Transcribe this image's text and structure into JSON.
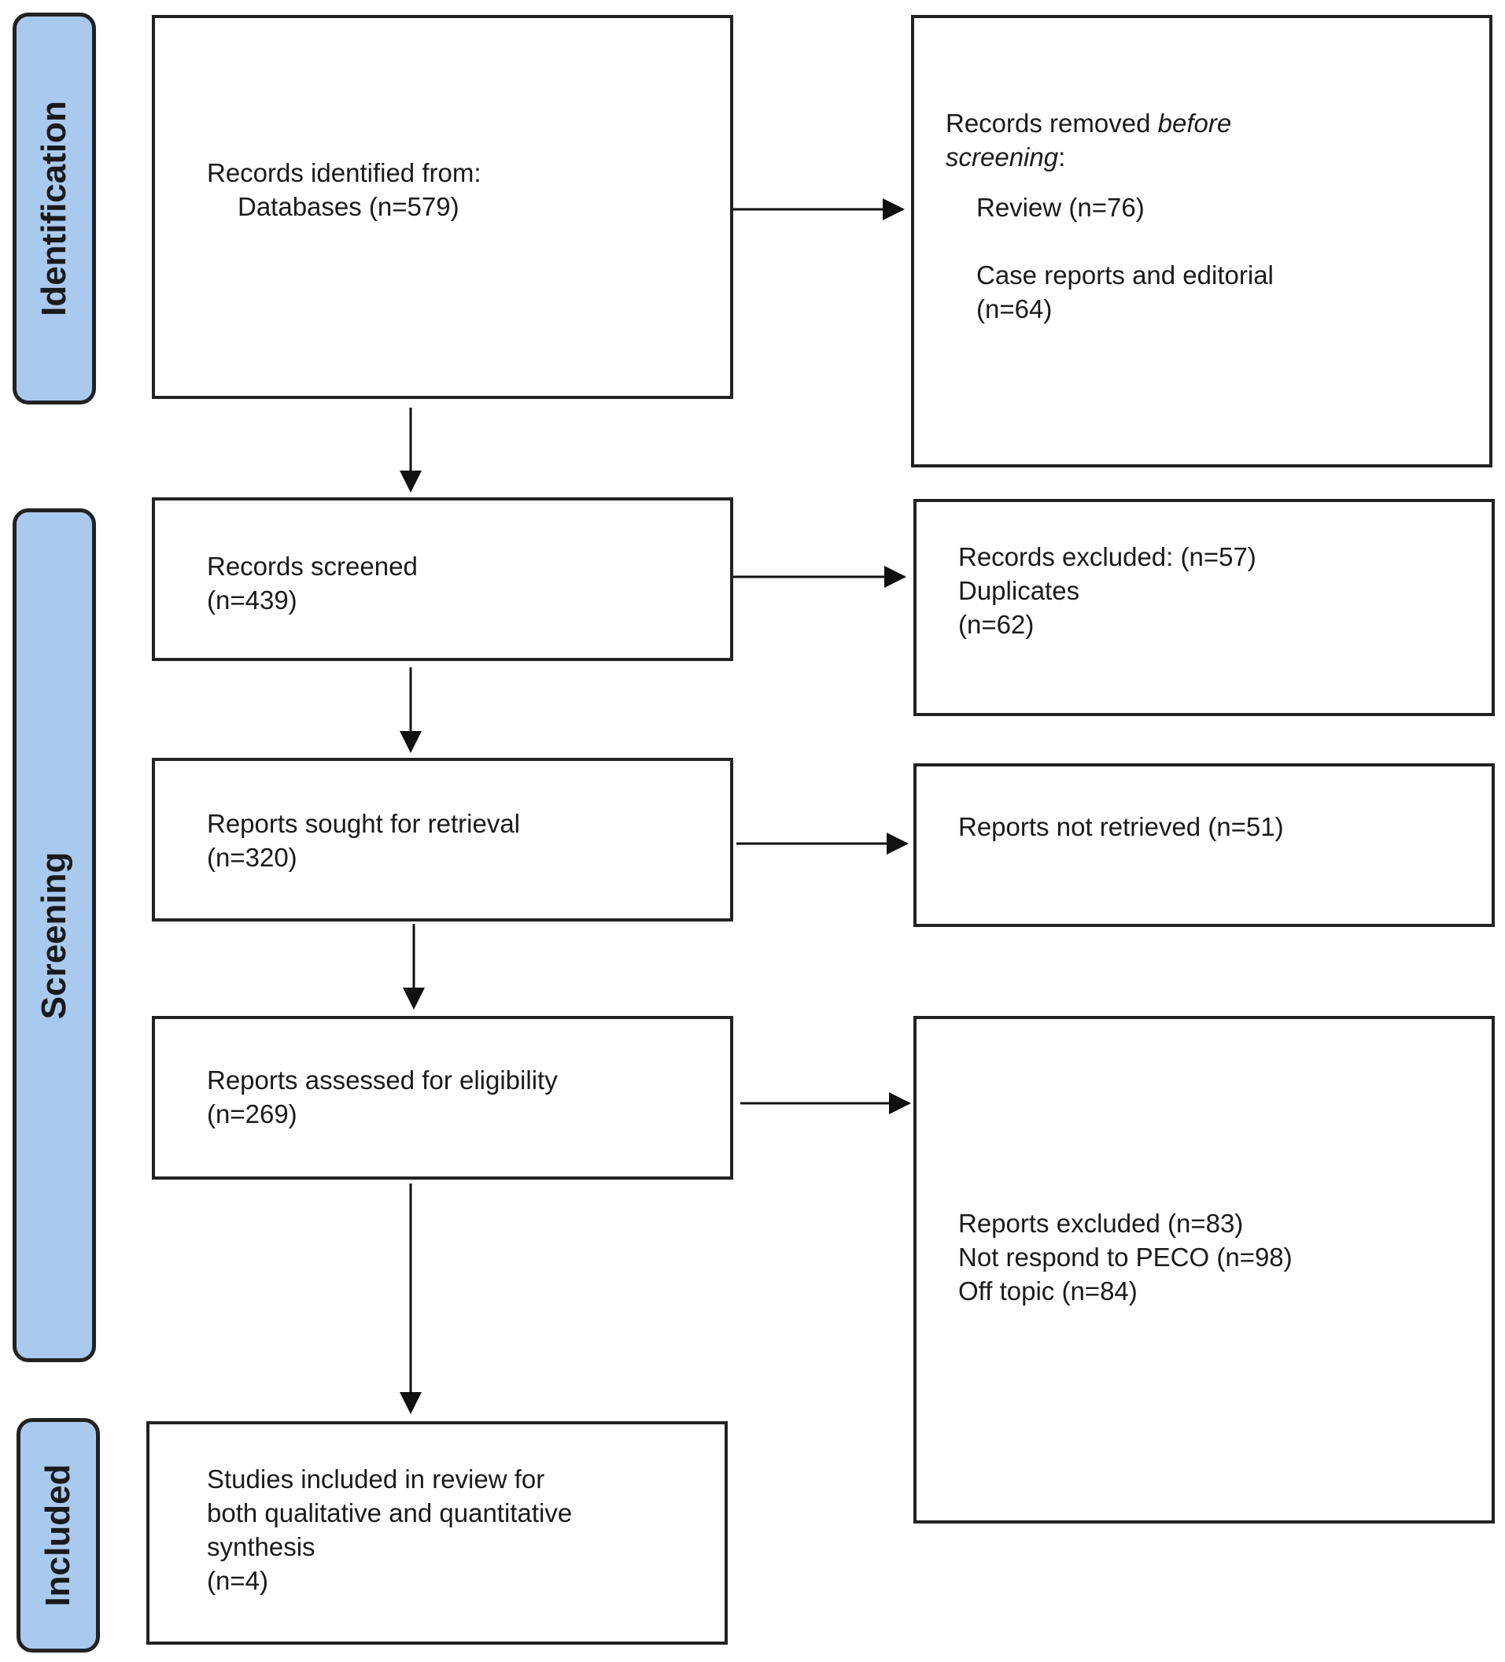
{
  "phases": {
    "identification": "Identification",
    "screening": "Screening",
    "included": "Included"
  },
  "boxes": {
    "identified": {
      "line1": "Records identified from:",
      "line2": "Databases (n=579)"
    },
    "removed": {
      "heading_plain": "Records removed ",
      "heading_italic_1": "before",
      "heading_italic_2": "screening",
      "heading_colon": ":",
      "review": "Review (n=76)",
      "case_reports": "Case reports and editorial",
      "case_reports_n": "(n=64)"
    },
    "screened": {
      "line1": "Records screened",
      "line2": "(n=439)"
    },
    "excluded_records": {
      "line1": "Records excluded: (n=57)",
      "line2": "Duplicates",
      "line3": "(n=62)"
    },
    "sought": {
      "line1": "Reports sought for retrieval",
      "line2": "(n=320)"
    },
    "not_retrieved": {
      "line1": "Reports not retrieved (n=51)"
    },
    "assessed": {
      "line1": "Reports assessed for eligibility",
      "line2": "(n=269)"
    },
    "excluded_reports": {
      "line1": "Reports excluded (n=83)",
      "line2": "Not respond to PECO (n=98)",
      "line3": "Off topic (n=84)"
    },
    "included": {
      "line1": "Studies included in review for",
      "line2": "both qualitative and quantitative",
      "line3": "synthesis",
      "line4": "(n=4)"
    }
  },
  "colors": {
    "phase_fill": "#a9c9ef",
    "stroke": "#222222"
  }
}
